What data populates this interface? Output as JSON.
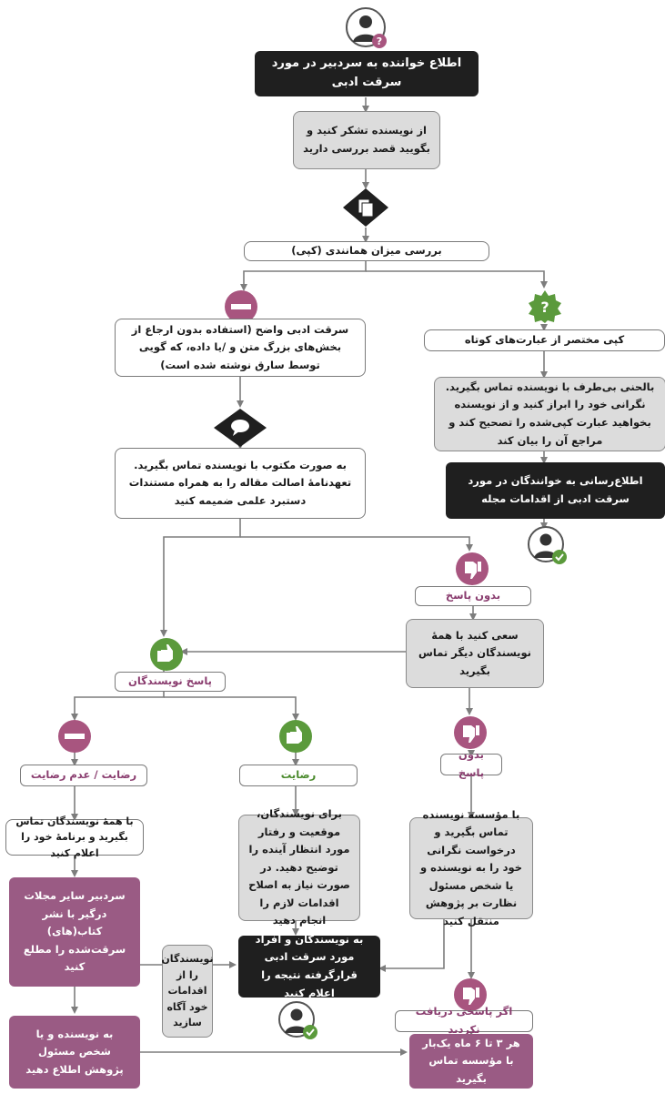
{
  "nodes": {
    "n1": "اطلاع خواننده به سردبیر در مورد سرقت ادبی",
    "n2": "از نویسنده تشکر کنید و بگویید قصد بررسی دارید",
    "n3": "بررسی میزان همانندی (کپی)",
    "n4": "سرقت ادبی واضح (استفاده بدون ارجاع از بخش‌های بزرگ متن و /یا داده، که گویی توسط سارق نوشته شده است)",
    "n5": "کپی مختصر از عبارت‌های کوتاه",
    "n6": "بالحنی بی‌طرف با نویسنده تماس بگیرید. نگرانی خود را ابراز کنید و از نویسنده بخواهید عبارت کپی‌شده را تصحیح کند و مراجع آن را بیان کند",
    "n7": "اطلاع‌رسانی به خوانندگان در مورد سرقت ادبی از اقدامات مجله",
    "n8": "به صورت مکتوب با نویسنده تماس بگیرید. تعهدنامهٔ اصالت مقاله را به همراه مستندات دستبرد علمی ضمیمه کنید",
    "n9": "بدون پاسخ",
    "n10": "سعی کنید با همهٔ نویسندگان دیگر تماس بگیرید",
    "n11": "پاسخ نویسندگان",
    "n12": "بدون پاسخ",
    "n13": "رضایت / عدم رضایت",
    "n14": "رضایت",
    "n15": "با همهٔ نویسندگان تماس بگیرید و برنامهٔ خود را اعلام کنید",
    "n16": "برای نویسندگان، موقعیت و رفتار  مورد انتظار آینده را توضیح دهید. در صورت نیاز به اصلاح اقدامات لازم را انجام دهید",
    "n17": "با مؤسسه نویسنده تماس بگیرید و درخواست نگرانی خود را به نویسنده و یا شخص مسئول نظارت بر پژوهش منتقل کنید",
    "n18": "سردبیر سایر مجلات درگیر با نشر کتاب(های) سرقت‌شده را مطلع کنید",
    "n19": "نویسندگان را از اقدامات خود آگاه سازید",
    "n20": "به نویسندگان و افراد مورد سرقت ادبی قرارگرفته نتیجه را اعلام کنید",
    "n21": "اگر پاسخی دریافت نکردید",
    "n22": "به نویسنده و یا شخص مسئول پژوهش اطلاع دهید",
    "n23": "هر ۳ تا ۶ ماه یک‌بار با مؤسسه تماس بگیرید"
  },
  "icons": {
    "top": "reader-question-icon",
    "copy": "copy-diamond-icon",
    "minus1": "minus-circle-icon",
    "question": "question-badge-icon",
    "speech": "speech-diamond-icon",
    "user_check1": "user-check-icon",
    "thumbdown1": "thumbs-down-icon",
    "thumbup1": "thumbs-up-icon",
    "minus2": "minus-circle-icon",
    "thumbup2": "thumbs-up-icon",
    "thumbdown2": "thumbs-down-icon",
    "user_check2": "user-check-icon",
    "thumbdown3": "thumbs-down-icon"
  },
  "colors": {
    "dark_box": "#1f1f1f",
    "gray_box": "#dcdcdc",
    "purple_box": "#9a5b84",
    "purple_icon": "#a8557f",
    "green_icon": "#5b9a3c",
    "red_icon": "#a8557f",
    "purple_text": "#8a3d6f",
    "green_text": "#4a8a2c",
    "connector": "#7d7d7d"
  }
}
